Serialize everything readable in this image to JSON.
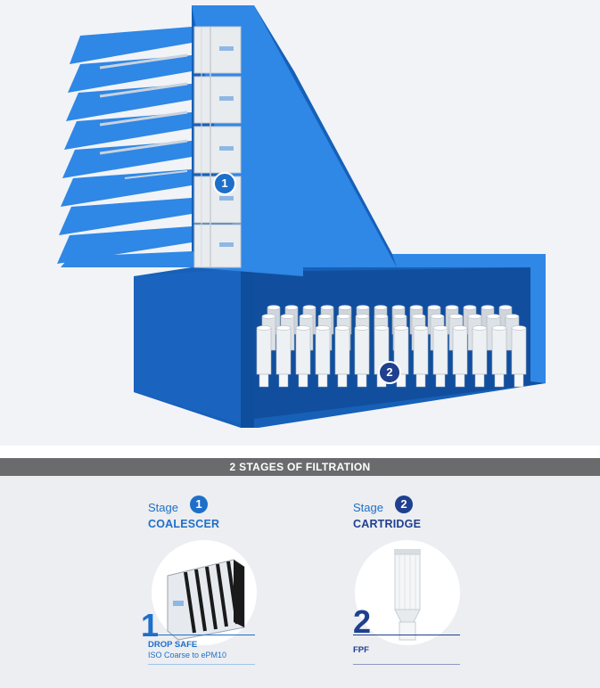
{
  "diagram": {
    "stage1_marker": "1",
    "stage2_marker": "2"
  },
  "banner": {
    "title": "2 STAGES OF FILTRATION"
  },
  "stages": [
    {
      "word": "Stage",
      "number": "1",
      "name": "COALESCER",
      "big_number": "1",
      "product": "DROP SAFE",
      "subtitle": "ISO Coarse to ePM10"
    },
    {
      "word": "Stage",
      "number": "2",
      "name": "CARTRIDGE",
      "big_number": "2",
      "product": "FPF",
      "subtitle": ""
    }
  ],
  "colors": {
    "blue_light": "#2f87e6",
    "blue_dark": "#1660b8",
    "navy": "#1f3f8f",
    "accent": "#1e6fc9",
    "banner_bg": "#6a6b6d"
  }
}
